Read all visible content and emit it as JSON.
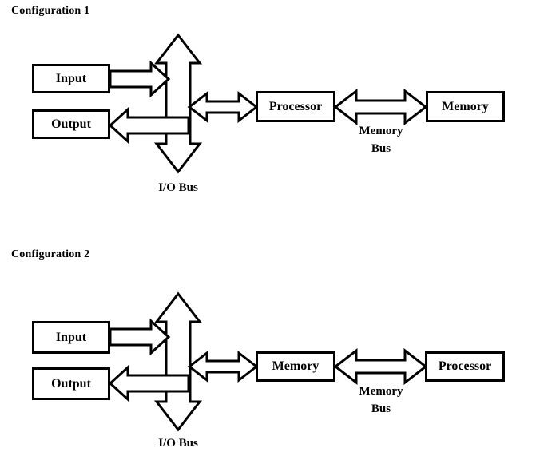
{
  "diagram": {
    "type": "block-diagram",
    "title_color": "#000000",
    "line_color": "#000000",
    "background": "#ffffff",
    "sections": [
      {
        "id": "configuration-1",
        "title": "Configuration 1",
        "nodes": {
          "input": "Input",
          "output": "Output",
          "middle": "Processor",
          "right": "Memory"
        },
        "labels": {
          "io_bus": "I/O Bus",
          "memory_bus_line1": "Memory",
          "memory_bus_line2": "Bus"
        },
        "connections": [
          {
            "from": "Input",
            "to": "I/O Bus",
            "direction": "right"
          },
          {
            "from": "I/O Bus",
            "to": "Output",
            "direction": "left"
          },
          {
            "from": "I/O Bus",
            "to": "Processor",
            "direction": "bidirectional"
          },
          {
            "from": "Processor",
            "to": "Memory",
            "direction": "bidirectional"
          }
        ]
      },
      {
        "id": "configuration-2",
        "title": "Configuration 2",
        "nodes": {
          "input": "Input",
          "output": "Output",
          "middle": "Memory",
          "right": "Processor"
        },
        "labels": {
          "io_bus": "I/O Bus",
          "memory_bus_line1": "Memory",
          "memory_bus_line2": "Bus"
        },
        "connections": [
          {
            "from": "Input",
            "to": "I/O Bus",
            "direction": "right"
          },
          {
            "from": "I/O Bus",
            "to": "Output",
            "direction": "left"
          },
          {
            "from": "I/O Bus",
            "to": "Memory",
            "direction": "bidirectional"
          },
          {
            "from": "Memory",
            "to": "Processor",
            "direction": "bidirectional"
          }
        ]
      }
    ]
  }
}
